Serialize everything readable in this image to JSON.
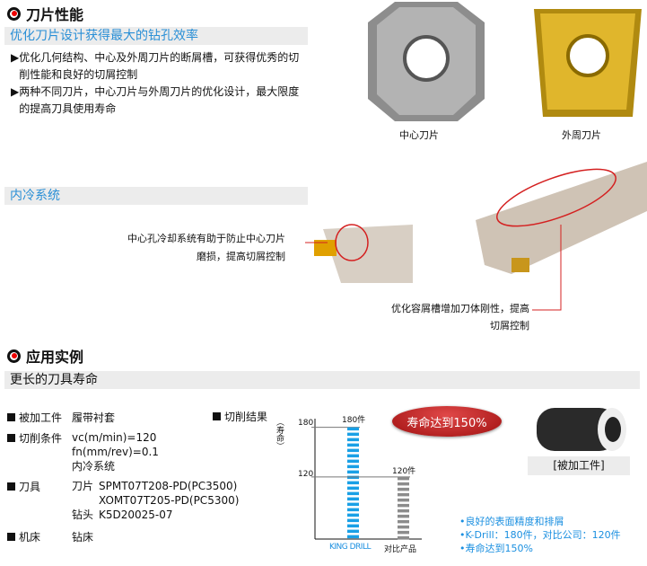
{
  "sec1": {
    "title": "刀片性能",
    "subtitle": "优化刀片设计获得最大的钻孔效率",
    "bullets": [
      "优化几何结构、中心及外周刀片的断屑槽，可获得优秀的切削性能和良好的切屑控制",
      "两种不同刀片，中心刀片与外周刀片的优化设计，最大限度的提高刀具使用寿命"
    ],
    "insert_center": "中心刀片",
    "insert_outer": "外周刀片"
  },
  "coolant": {
    "title": "内冷系统",
    "callout1": [
      "中心孔冷却系统有助于防止中心刀片",
      "磨损，提高切屑控制"
    ],
    "callout2": [
      "优化容屑槽增加刀体刚性，提高",
      "切屑控制"
    ]
  },
  "sec2": {
    "title": "应用实例",
    "subtitle": "更长的刀具寿命",
    "workpiece_label": "被加工件",
    "workpiece": "履带衬套",
    "cond_label": "切削条件",
    "cond": [
      "vc(m/min)=120",
      "fn(mm/rev)=0.1",
      "内冷系统"
    ],
    "tool_label": "刀具",
    "tool_insert_label": "刀片",
    "tool_inserts": [
      "SPMT07T208-PD(PC3500)",
      "XOMT07T205-PD(PC5300)"
    ],
    "tool_drill_label": "钻头",
    "tool_drill": "K5D20025-07",
    "machine_label": "机床",
    "machine": "钻床",
    "result_label": "切削结果",
    "badge": "寿命达到150%",
    "workpiece_caption": "[被加工件]",
    "notes": [
      "•良好的表面精度和排屑",
      "•K-Drill：180件，对比公司：120件",
      "•寿命达到150%"
    ]
  },
  "chart_data": {
    "type": "bar",
    "categories": [
      "KING DRILL",
      "对比产品"
    ],
    "values": [
      180,
      120
    ],
    "data_labels": [
      "180件",
      "120件"
    ],
    "ylabel": "（寿命）",
    "yticks": [
      120,
      180
    ],
    "ylim": [
      45,
      185
    ],
    "colors": [
      "#1aa0e6",
      "#8c8c8c"
    ]
  }
}
